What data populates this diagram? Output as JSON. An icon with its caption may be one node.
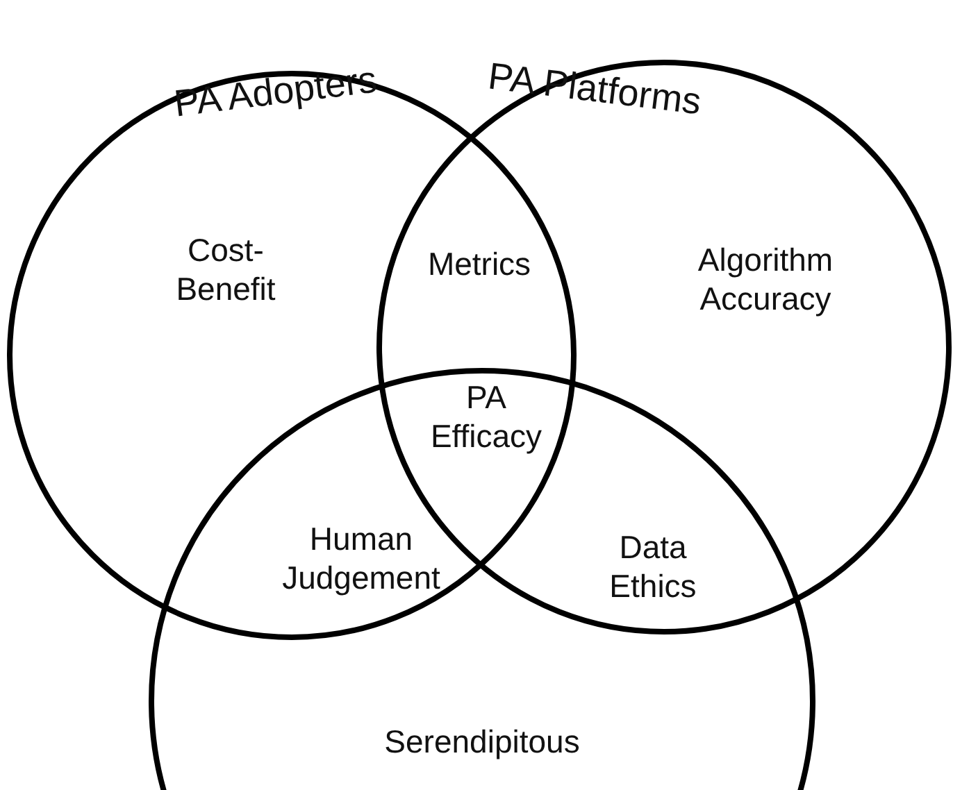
{
  "diagram": {
    "nodes": [
      {
        "text": [
          "PA Adopters",
          "Cost-Benefit"
        ]
      },
      {
        "text": [
          "PA Platforms",
          "Algorithm Accuracy"
        ]
      },
      {
        "text": [
          "Serendipitous"
        ]
      }
    ],
    "edges": [],
    "labels": [
      "Metrics",
      "PA Efficacy",
      "Human Judgement",
      "Data Ethics"
    ]
  }
}
